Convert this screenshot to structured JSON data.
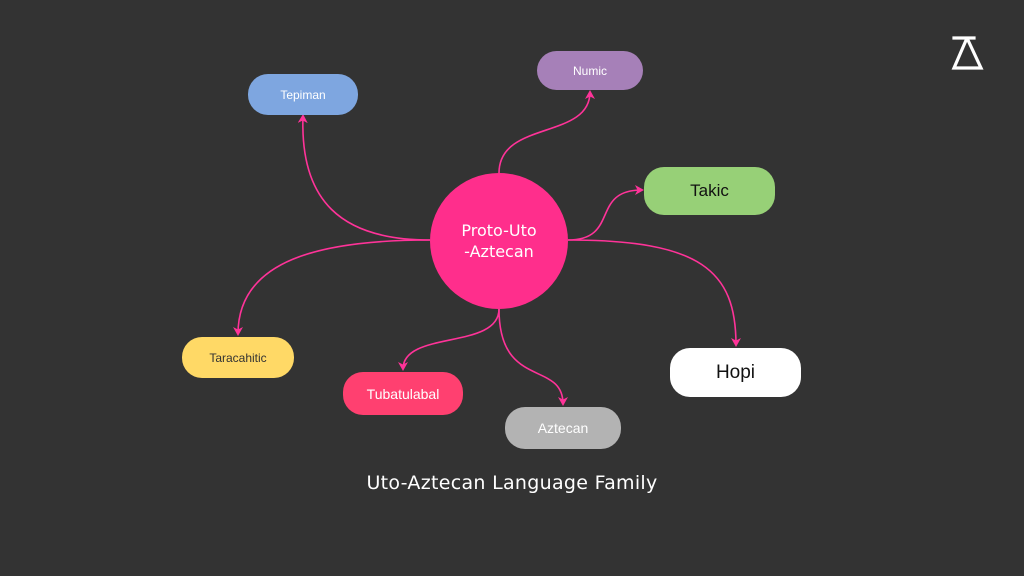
{
  "colors": {
    "background": "#333333",
    "edge": "#ff3399",
    "center": "#ff2e8c",
    "tepiman": "#7ea6e0",
    "numic": "#a680b8",
    "takic": "#97d077",
    "taracahitic": "#ffd966",
    "tubatulabal": "#ff4070",
    "aztecan": "#b3b3b3",
    "hopi": "#ffffff"
  },
  "center": {
    "line1": "Proto-Uto",
    "line2": "-Aztecan"
  },
  "nodes": {
    "tepiman": "Tepiman",
    "numic": "Numic",
    "takic": "Takic",
    "taracahitic": "Taracahitic",
    "tubatulabal": "Tubatulabal",
    "aztecan": "Aztecan",
    "hopi": "Hopi"
  },
  "caption": "Uto-Aztecan Language Family",
  "logo_icon": "delta-logo-icon"
}
